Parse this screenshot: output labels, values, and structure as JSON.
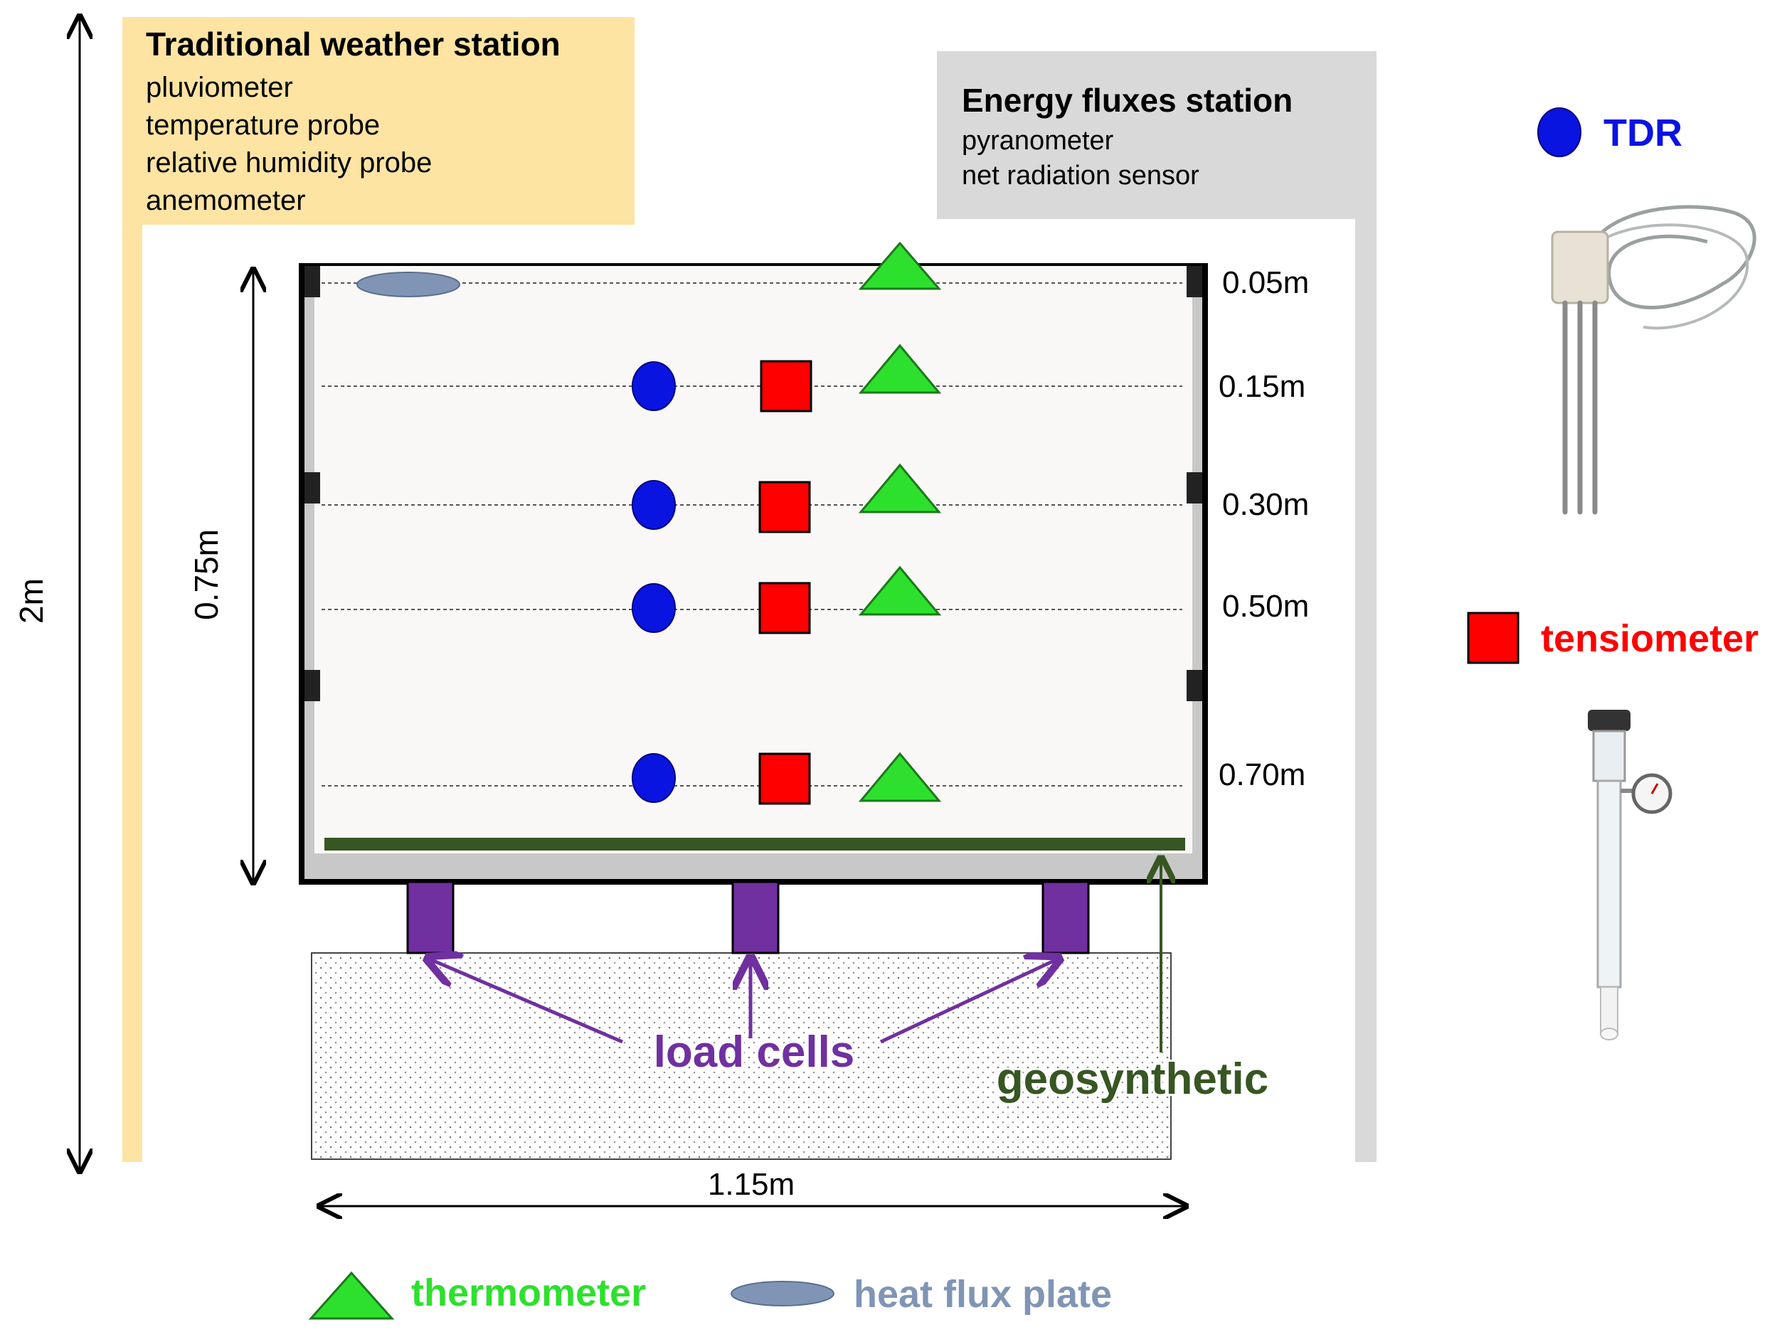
{
  "weather_station": {
    "title": "Traditional weather station",
    "items": [
      "pluviometer",
      "temperature probe",
      "relative humidity probe",
      "anemometer"
    ]
  },
  "energy_station": {
    "title": "Energy fluxes station",
    "items": [
      "pyranometer",
      "net radiation sensor"
    ]
  },
  "dimensions": {
    "height_total": "2m",
    "height_box": "0.75m",
    "width_box": "1.15m"
  },
  "depths": [
    "0.05m",
    "0.15m",
    "0.30m",
    "0.50m",
    "0.70m"
  ],
  "labels": {
    "load_cells": "load cells",
    "geosynthetic": "geosynthetic"
  },
  "legend": {
    "tdr": "TDR",
    "tensiometer": "tensiometer",
    "thermometer": "thermometer",
    "heat_flux_plate": "heat flux plate"
  },
  "colors": {
    "weather_panel": "#fde4a3",
    "energy_panel": "#d9d9d9",
    "tdr": "#0a14e0",
    "tensiometer": "#ff0000",
    "thermometer": "#2ee02e",
    "heat_flux_plate": "#8095b5",
    "load_cell": "#7030a0",
    "geosynthetic": "#375623"
  }
}
